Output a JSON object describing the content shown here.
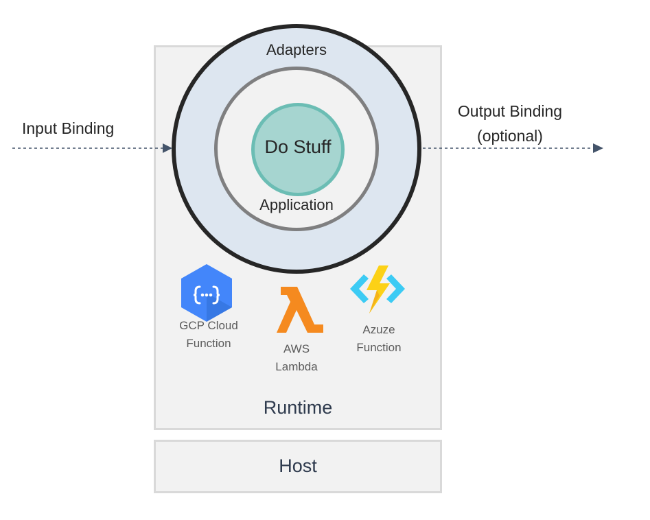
{
  "diagram": {
    "input_binding": "Input Binding",
    "output_binding": {
      "line1": "Output Binding",
      "line2": "(optional)"
    },
    "adapters": "Adapters",
    "application": "Application",
    "core": "Do Stuff",
    "runtime": "Runtime",
    "host": "Host",
    "providers": [
      {
        "name_line1": "GCP Cloud",
        "name_line2": "Function",
        "icon": "gcp-cloud-functions-icon"
      },
      {
        "name_line1": "AWS",
        "name_line2": "Lambda",
        "icon": "aws-lambda-icon"
      },
      {
        "name_line1": "Azuze",
        "name_line2": "Function",
        "icon": "azure-functions-icon"
      }
    ],
    "colors": {
      "adapters_fill": "#dde6f0",
      "adapters_stroke": "#262626",
      "application_fill": "#f2f2f2",
      "application_stroke": "#7f7f80",
      "core_fill": "#a6d5d0",
      "core_stroke": "#6bbdb4",
      "box_fill": "#f2f2f2",
      "box_stroke": "#d9d9d9",
      "arrow": "#44546a",
      "gcp_blue": "#4386fa",
      "aws_orange": "#f58a1f",
      "azure_yellow": "#fcd116",
      "azure_blue": "#3ccbf4"
    }
  }
}
